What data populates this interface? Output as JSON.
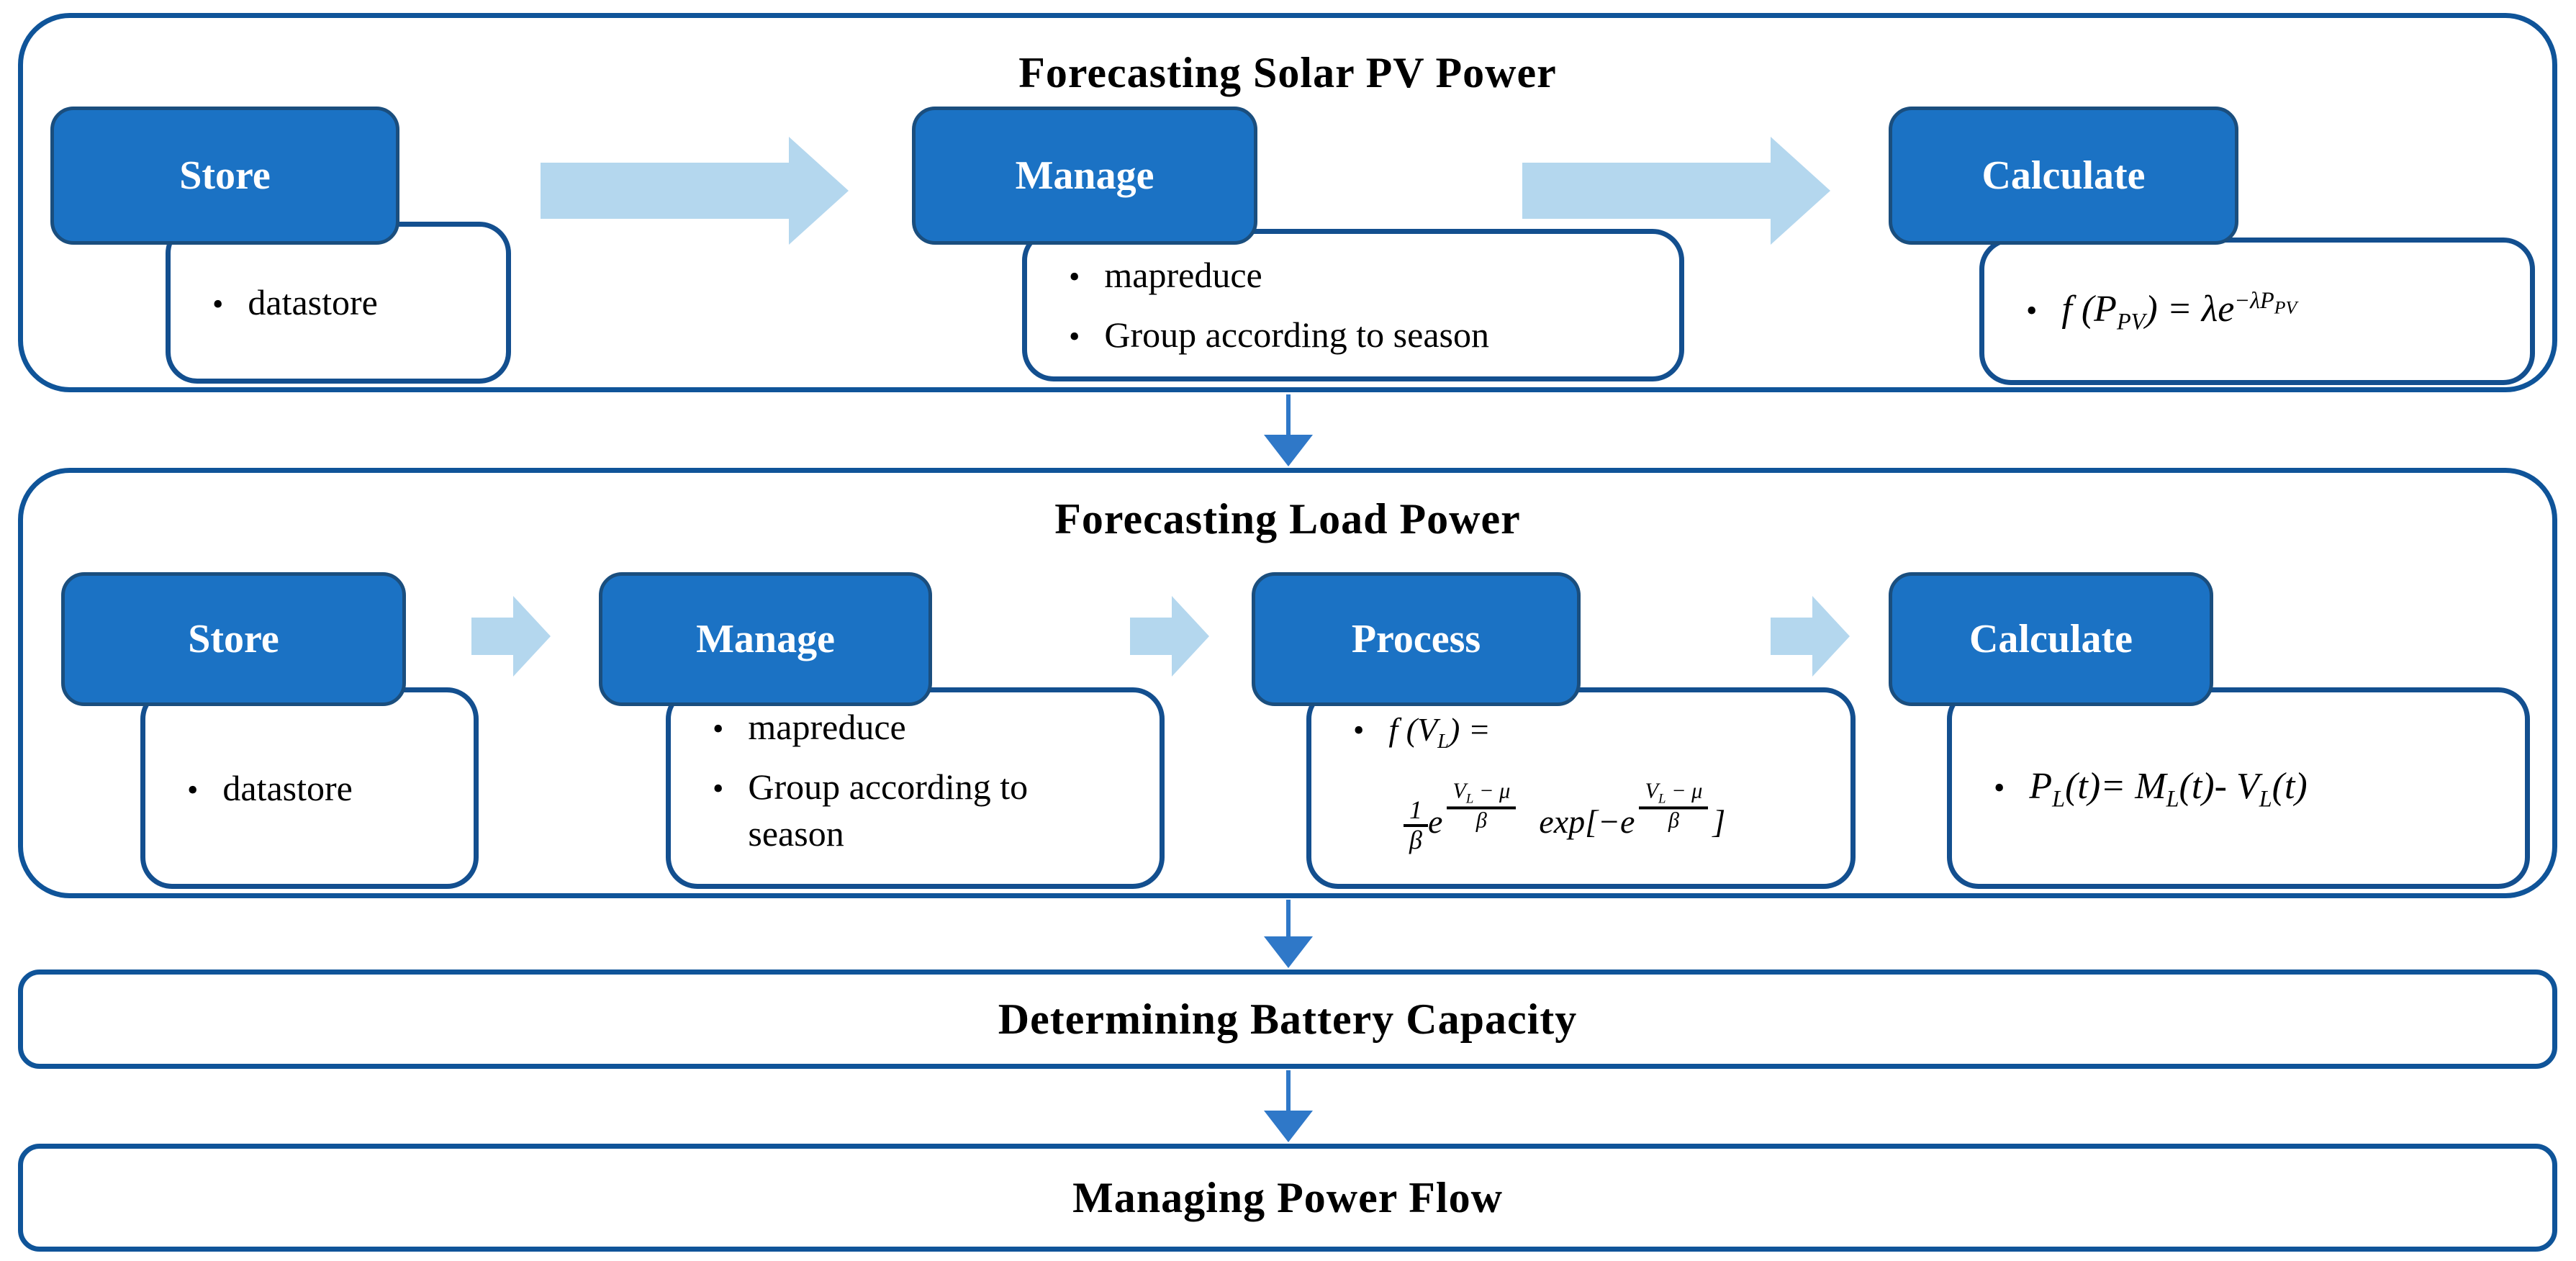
{
  "bullet": "•",
  "solar": {
    "title": "Forecasting Solar PV Power",
    "store": {
      "label": "Store",
      "items": [
        "datastore"
      ]
    },
    "manage": {
      "label": "Manage",
      "items": [
        "mapreduce",
        "Group according to season"
      ]
    },
    "calculate": {
      "label": "Calculate"
    }
  },
  "load": {
    "title": "Forecasting Load Power",
    "store": {
      "label": "Store",
      "items": [
        "datastore"
      ]
    },
    "manage": {
      "label": "Manage",
      "items": [
        "mapreduce",
        "Group according to season"
      ]
    },
    "process": {
      "label": "Process"
    },
    "calculate": {
      "label": "Calculate"
    }
  },
  "battery": {
    "title": "Determining Battery Capacity"
  },
  "power": {
    "title": "Managing Power Flow"
  },
  "formulas": {
    "pv": {
      "a": "f (P",
      "a_sub": "PV",
      "b": ") = λe",
      "sup": "−λP",
      "sup_sub": "PV"
    },
    "gumbel": {
      "l1a": "f (V",
      "l1sub": "L",
      "l1b": ") =",
      "coef_num": "1",
      "coef_den": "β",
      "e": "e",
      "num_a": "V",
      "num_sub": "L",
      "num_b": " − μ",
      "den": "β",
      "mid": "exp[−e",
      "end": "]"
    },
    "pl": {
      "a": "P",
      "a_sub": "L",
      "b": "(t)= M",
      "b_sub": "L",
      "c": "(t)- V",
      "c_sub": "L",
      "d": "(t)"
    }
  },
  "colors": {
    "section_border": "#0F5499",
    "box_border": "#134F8F",
    "header_fill": "#1B72C4",
    "header_border": "#1A4E7E",
    "header_text": "#FFFFFF",
    "arrow_light": "#B4D7EE",
    "arrow_accent": "#2F78C8",
    "text": "#000000"
  }
}
